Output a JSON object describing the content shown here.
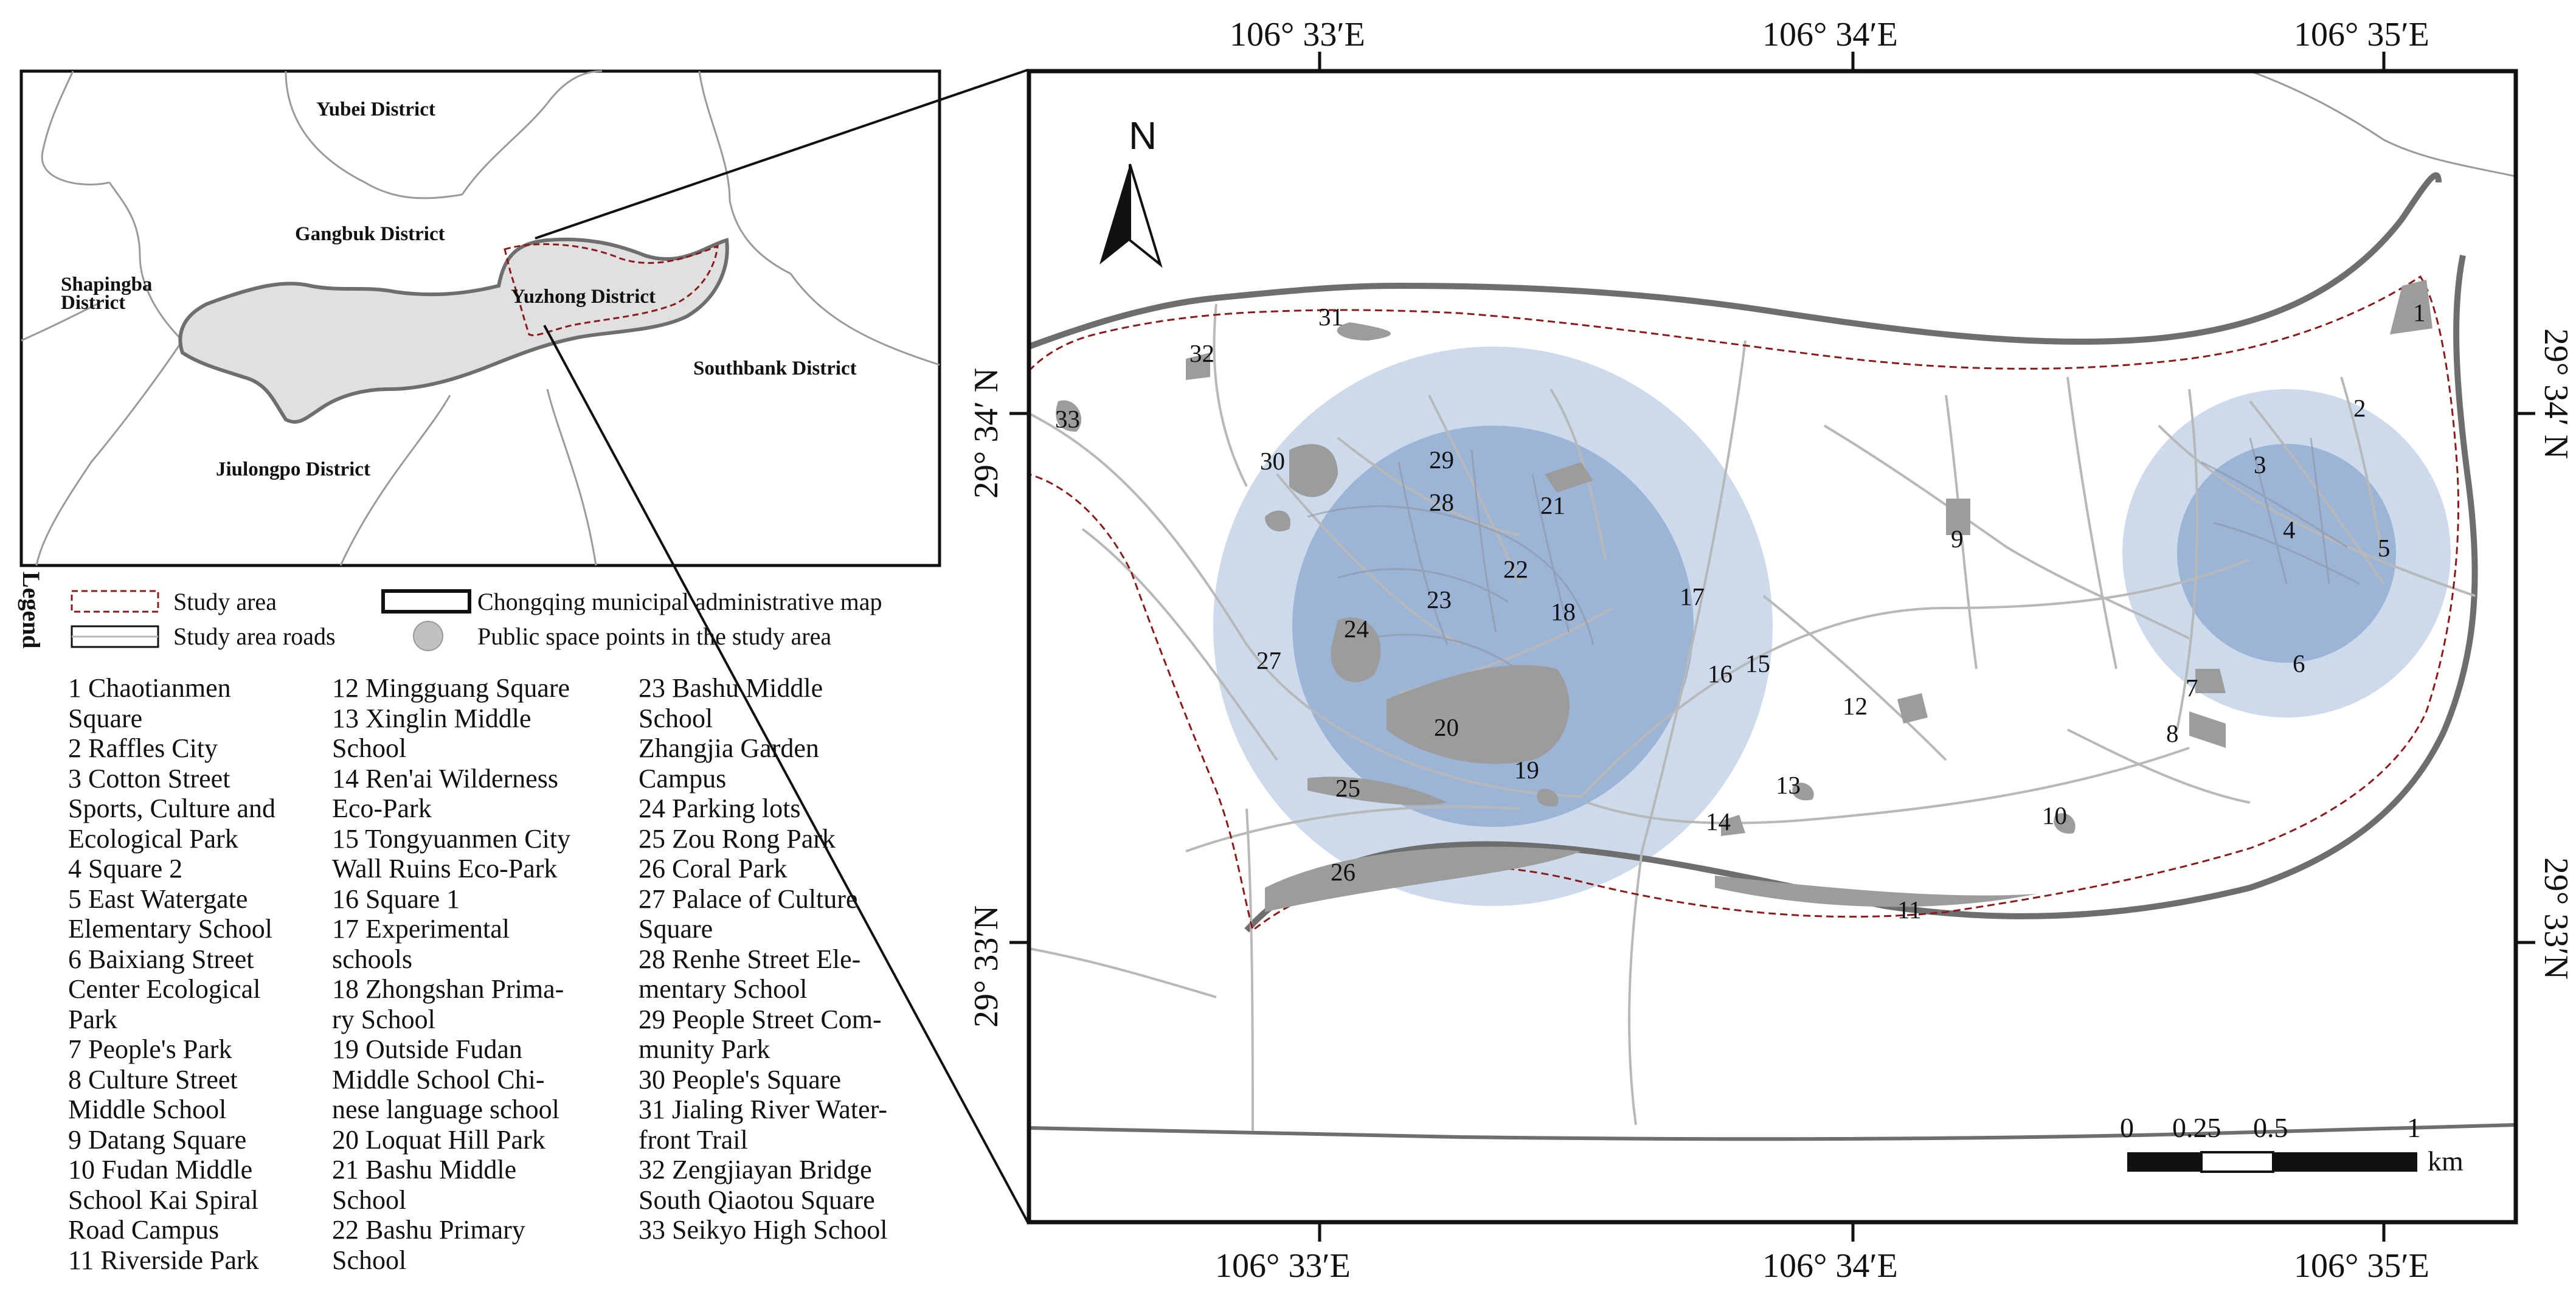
{
  "coordinates": {
    "top": [
      "106° 33′E",
      "106° 34′E",
      "106° 35′E"
    ],
    "bottom": [
      "106° 33′E",
      "106° 34′E",
      "106° 35′E"
    ],
    "left": [
      "29° 34′ N",
      "29° 33′N"
    ],
    "right": [
      "29° 34′ N",
      "29° 33′N"
    ]
  },
  "north_arrow": "N",
  "inset_districts": {
    "yubei": "Yubei District",
    "gangbuk": "Gangbuk District",
    "shapingba_1": "Shapingba",
    "shapingba_2": "District",
    "yuzhong": "Yuzhong District",
    "southbank": "Southbank District",
    "jiulongpo": "Jiulongpo District"
  },
  "legend": {
    "title": "Legend",
    "study_area": "Study area",
    "study_area_roads": "Study area roads",
    "admin_map": "Chongqing municipal administrative map",
    "public_space_points": "Public space points in the study area"
  },
  "scale_bar": {
    "ticks": [
      "0",
      "0.25",
      "0.5",
      "1"
    ],
    "unit": "km"
  },
  "colors": {
    "boundary": "#8b1a1a",
    "road": "#b8b8b8",
    "river_bank": "#6e6e6e",
    "public_space": "#9c9c9c",
    "buffer_outer": "#c7d6ea",
    "buffer_inner": "#93aed2",
    "inset_fill": "#e0e0e0"
  },
  "point_labels": [
    "1",
    "2",
    "3",
    "4",
    "5",
    "6",
    "7",
    "8",
    "9",
    "10",
    "11",
    "12",
    "13",
    "14",
    "15",
    "16",
    "17",
    "18",
    "19",
    "20",
    "21",
    "22",
    "23",
    "24",
    "25",
    "26",
    "27",
    "28",
    "29",
    "30",
    "31",
    "32",
    "33"
  ],
  "place_list": {
    "col1": [
      "1 Chaotianmen",
      "Square",
      "2 Raffles City",
      "3 Cotton Street",
      "Sports, Culture and",
      "Ecological Park",
      "4 Square 2",
      "5 East Watergate",
      "Elementary School",
      "6 Baixiang Street",
      "Center Ecological",
      "Park",
      "7 People's Park",
      "8 Culture Street",
      "Middle School",
      "9 Datang Square",
      "10 Fudan Middle",
      "School Kai Spiral",
      "Road Campus",
      "11 Riverside Park"
    ],
    "col2": [
      "12 Mingguang Square",
      "13 Xinglin Middle",
      "School",
      "14 Ren'ai Wilderness",
      "Eco-Park",
      "15 Tongyuanmen City",
      "Wall Ruins Eco-Park",
      "16 Square 1",
      "17 Experimental",
      "schools",
      "18 Zhongshan Prima-",
      "ry School",
      "19 Outside Fudan",
      "Middle School Chi-",
      "nese language school",
      "20 Loquat Hill Park",
      "21 Bashu Middle",
      "School",
      "22 Bashu Primary",
      "School"
    ],
    "col3": [
      "23 Bashu Middle",
      "School",
      "Zhangjia Garden",
      "Campus",
      "24 Parking lots",
      "25 Zou Rong Park",
      "26 Coral Park",
      "27 Palace of Culture",
      "Square",
      "28 Renhe Street Ele-",
      "mentary School",
      "29 People Street Com-",
      "munity Park",
      "30 People's Square",
      "31 Jialing River Water-",
      "front Trail",
      "32 Zengjiayan Bridge",
      "South Qiaotou Square",
      "33 Seikyo High School"
    ]
  }
}
